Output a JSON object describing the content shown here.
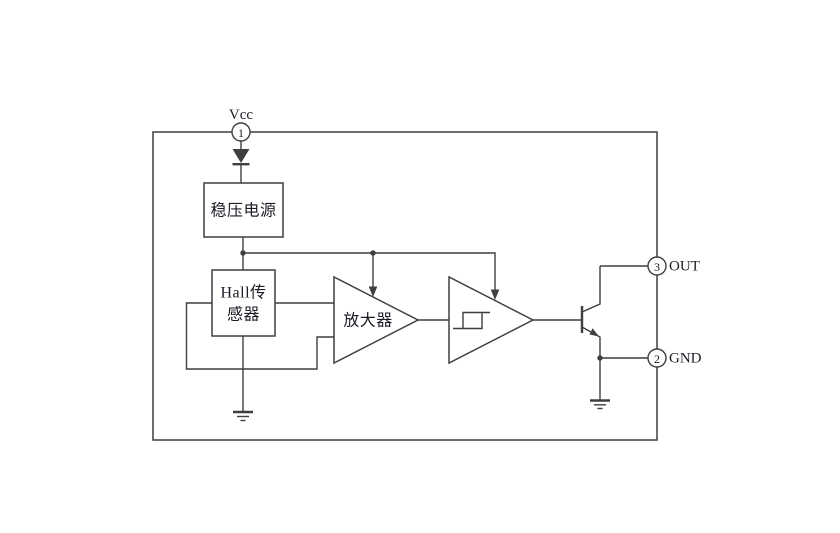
{
  "colors": {
    "line": "#3f3f3f",
    "text": "#1c1c26",
    "background": "#ffffff"
  },
  "pins": [
    {
      "number": "1",
      "label": "Vcc"
    },
    {
      "number": "3",
      "label": "OUT"
    },
    {
      "number": "2",
      "label": "GND"
    }
  ],
  "blocks": {
    "regulator": "稳压电源",
    "hall_sensor_line1": "Hall传",
    "hall_sensor_line2": "感器",
    "amplifier": "放大器"
  }
}
